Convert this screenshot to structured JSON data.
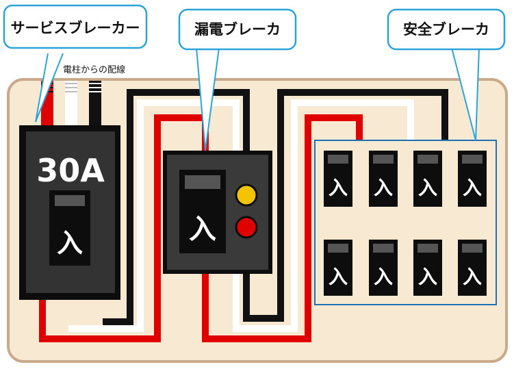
{
  "callouts": {
    "service": "サービスブレーカー",
    "leakage": "漏電ブレーカ",
    "safety": "安全ブレーカ"
  },
  "wire_label": "電柱からの配線",
  "service_breaker": {
    "rating": "30A",
    "switch": "入"
  },
  "leakage_breaker": {
    "switch": "入"
  },
  "safety_breakers": [
    "入",
    "入",
    "入",
    "入",
    "入",
    "入",
    "入",
    "入"
  ],
  "colors": {
    "panel": "#f7e9d2",
    "panel_border": "#caa98a",
    "callout_border": "#2aa3d8",
    "box_outline": "#1f6fb5",
    "breaker_dark": "#333333",
    "breaker_black": "#0d0d0d",
    "wire_red": "#e00000",
    "wire_black": "#111111",
    "wire_white": "#ffffff",
    "lamp_yellow": "#f5c400",
    "lamp_red": "#e00000"
  }
}
